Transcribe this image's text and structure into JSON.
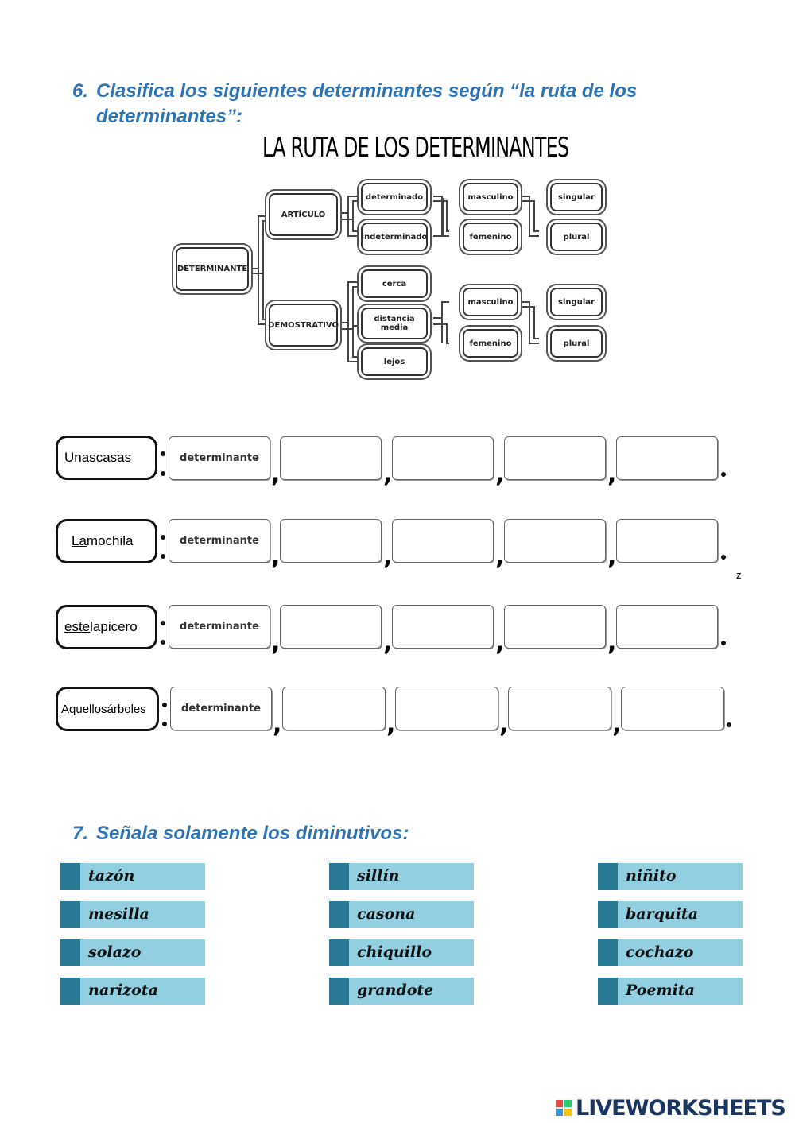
{
  "q6": {
    "number": "6.",
    "line1": "Clasifica los siguientes determinantes según “la ruta de los",
    "line2": "determinantes”:"
  },
  "diagram": {
    "title": "LA RUTA DE LOS DETERMINANTES",
    "root": "DETERMINANTE",
    "articulo": "ARTÍCULO",
    "demostrativo": "DEMOSTRATIVO",
    "determinado": "determinado",
    "indeterminado": "indeterminado",
    "cerca": "cerca",
    "distancia_media": "distancia media",
    "lejos": "lejos",
    "masculino": "masculino",
    "femenino": "femenino",
    "singular": "singular",
    "plural": "plural"
  },
  "rows": [
    {
      "det": "Unas",
      "noun": " casas",
      "first_slot": "determinante"
    },
    {
      "det": "La",
      "noun": " mochila",
      "first_slot": "determinante"
    },
    {
      "det": "este",
      "noun": " lapicero",
      "first_slot": "determinante"
    },
    {
      "det": "Aquellos ",
      "noun": "árboles",
      "first_slot": "determinante"
    }
  ],
  "stray_mark": "z",
  "q7": {
    "number": "7.",
    "title": "Señala solamente los diminutivos:"
  },
  "words": {
    "col1": [
      "tazón",
      "mesilla",
      "solazo",
      "narizota"
    ],
    "col2": [
      "sillín",
      "casona",
      "chiquillo",
      "grandote"
    ],
    "col3": [
      "niñito",
      "barquita",
      "cochazo",
      "Poemita"
    ]
  },
  "footer": {
    "brand": "LIVEWORKSHEETS"
  },
  "colors": {
    "heading": "#2e74b5",
    "item_bg": "#92cfe0",
    "item_check": "#2b7a95",
    "brand": "#1a3560"
  }
}
